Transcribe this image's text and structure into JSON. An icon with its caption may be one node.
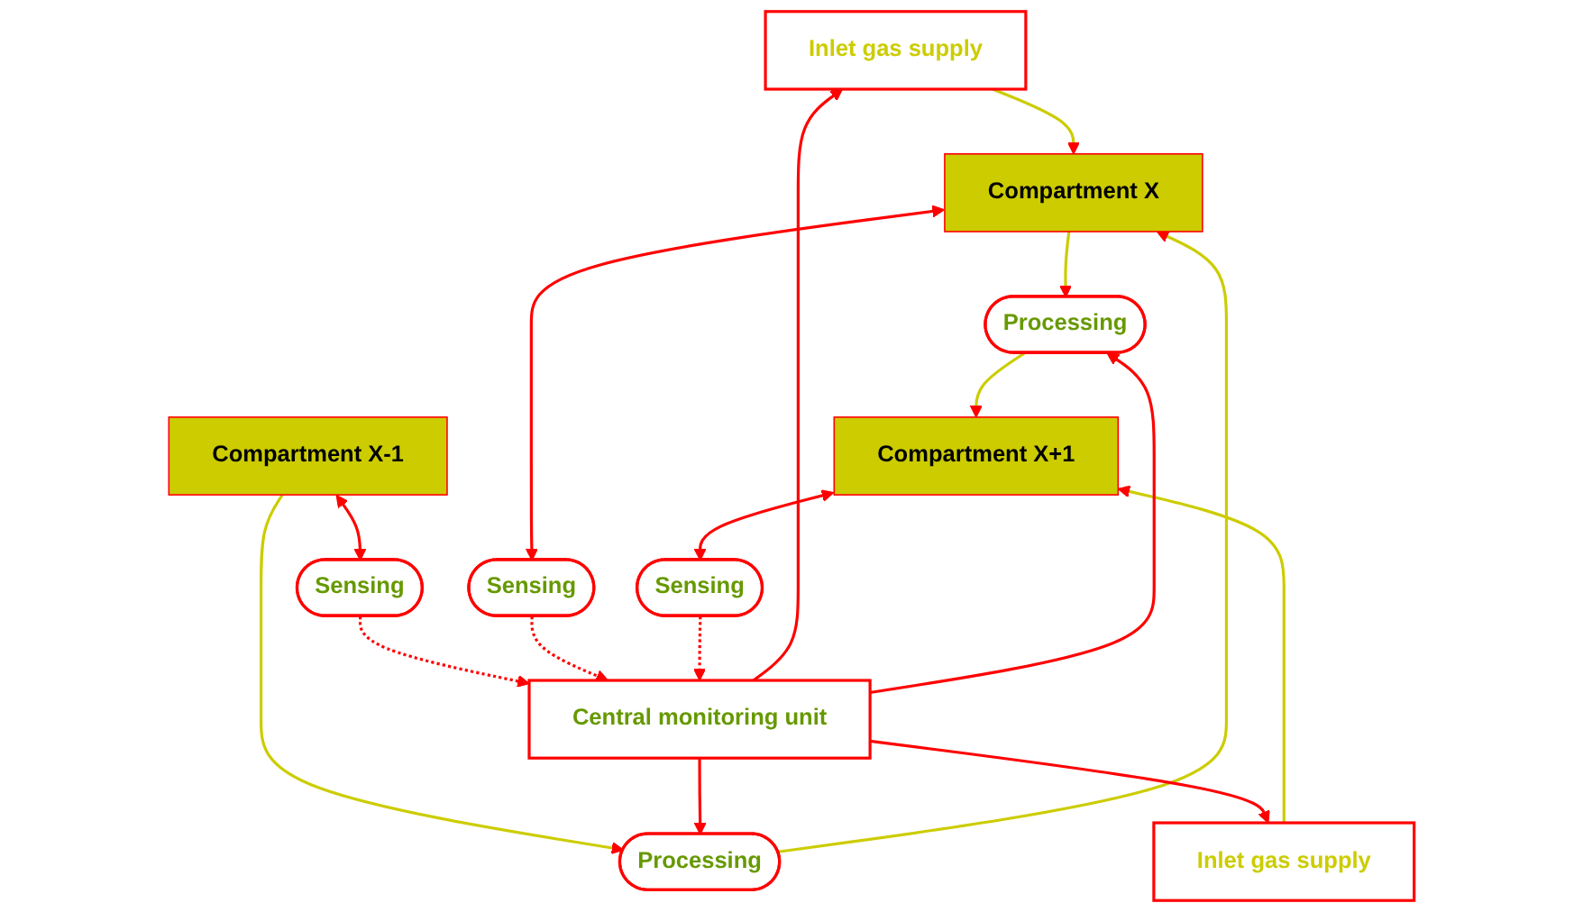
{
  "diagram": {
    "nodes": [
      {
        "text": [
          "Inlet gas supply"
        ]
      },
      {
        "text": [
          "Inlet gas supply"
        ]
      },
      {
        "text": [
          "Compartment X-1"
        ]
      },
      {
        "text": [
          "Processing"
        ]
      },
      {
        "text": [
          "Compartment X"
        ]
      },
      {
        "text": [
          "Processing"
        ]
      },
      {
        "text": [
          "Compartment X+1"
        ]
      },
      {
        "text": [
          "Sensing"
        ]
      },
      {
        "text": [
          "Sensing"
        ]
      },
      {
        "text": [
          "Sensing"
        ]
      },
      {
        "text": [
          "Central monitoring unit"
        ]
      }
    ],
    "edges": [
      {
        "from": 2,
        "to": 3,
        "arrow": "to",
        "color": "#cccc00"
      },
      {
        "from": 3,
        "to": 4,
        "arrow": "to",
        "color": "#cccc00"
      },
      {
        "from": 0,
        "to": 4,
        "arrow": "to",
        "color": "#cccc00"
      },
      {
        "from": 4,
        "to": 5,
        "arrow": "to",
        "color": "#cccc00"
      },
      {
        "from": 5,
        "to": 6,
        "arrow": "to",
        "color": "#cccc00"
      },
      {
        "from": 1,
        "to": 6,
        "arrow": "to",
        "color": "#cccc00"
      },
      {
        "from": 2,
        "to": 7,
        "arrow": "both"
      },
      {
        "from": 4,
        "to": 8,
        "arrow": "both"
      },
      {
        "from": 6,
        "to": 9,
        "arrow": "both"
      },
      {
        "from": 7,
        "to": 10,
        "arrow": "to",
        "style": "dashed"
      },
      {
        "from": 8,
        "to": 10,
        "arrow": "to",
        "style": "dashed"
      },
      {
        "from": 9,
        "to": 10,
        "arrow": "to",
        "style": "dashed"
      },
      {
        "from": 10,
        "to": 3,
        "arrow": "to"
      },
      {
        "from": 10,
        "to": 0,
        "arrow": "to"
      },
      {
        "from": 10,
        "to": 1,
        "arrow": "to"
      },
      {
        "from": 10,
        "to": 5,
        "arrow": "to"
      }
    ]
  }
}
